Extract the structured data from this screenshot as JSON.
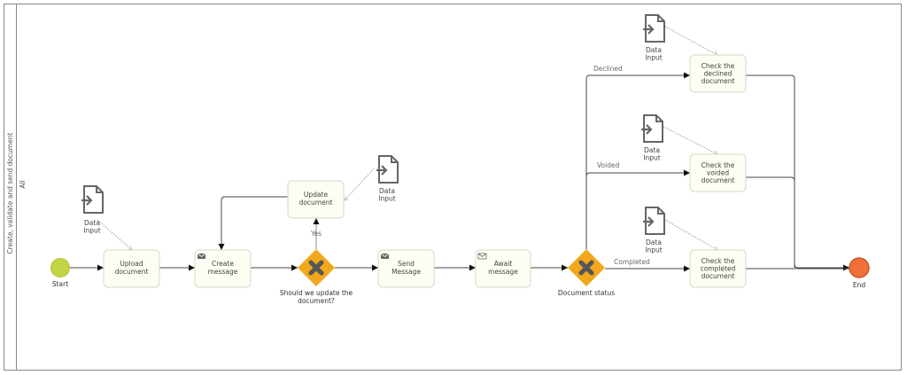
{
  "pool": {
    "label": "Create, validate and send document"
  },
  "lane": {
    "label": "All"
  },
  "events": {
    "start": "Start",
    "end": "End"
  },
  "tasks": {
    "upload": [
      "Upload",
      "document"
    ],
    "create_message": [
      "Create",
      "message"
    ],
    "update": [
      "Update",
      "document"
    ],
    "send_message": [
      "Send",
      "Message"
    ],
    "await_message": [
      "Await",
      "message"
    ],
    "check_declined": [
      "Check the",
      "declined",
      "document"
    ],
    "check_voided": [
      "Check the",
      "voided",
      "document"
    ],
    "check_completed": [
      "Check the",
      "completed",
      "document"
    ]
  },
  "gateways": {
    "update_question": [
      "Should we update the",
      "document?"
    ],
    "document_status": "Document status"
  },
  "flow_labels": {
    "yes": "Yes",
    "declined": "Declined",
    "voided": "Voided",
    "completed": "Completed"
  },
  "data_input": [
    "Data",
    "Input"
  ],
  "colors": {
    "start": "#c3d341",
    "end": "#f0703a",
    "gateway": "#f2a81d",
    "task_fill": "#fdfdf3"
  }
}
